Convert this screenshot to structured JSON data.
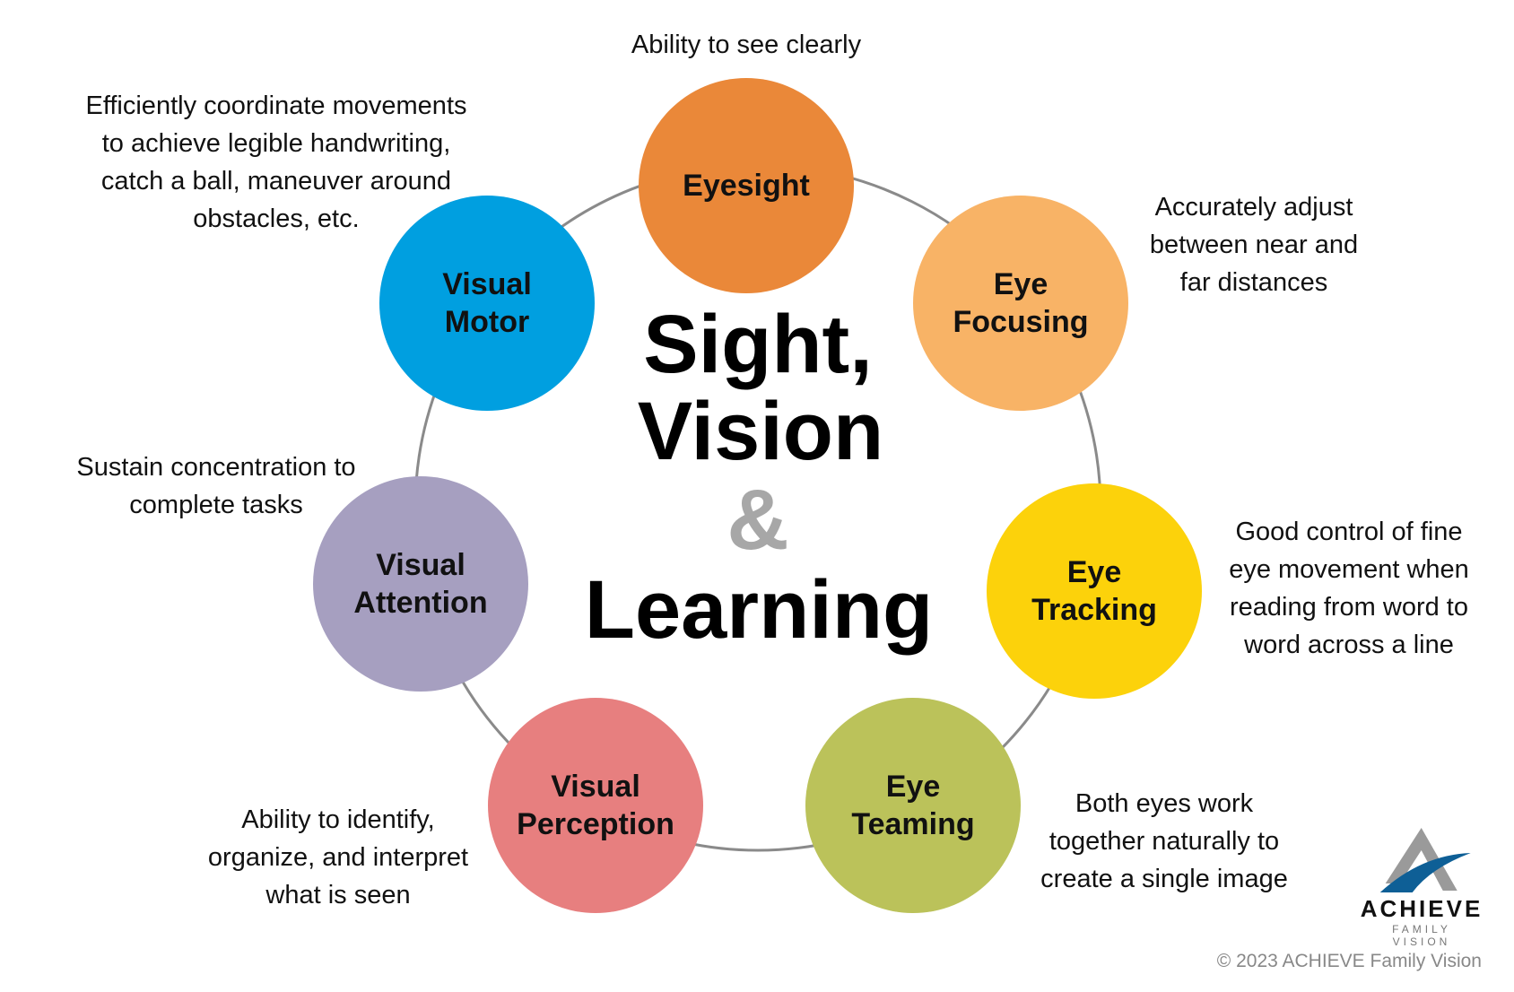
{
  "title": {
    "line1": "Sight,",
    "line2": "Vision",
    "amp": "&",
    "line3": "Learning"
  },
  "skills": [
    {
      "label": [
        "Eyesight"
      ],
      "desc": [
        "Ability to see clearly"
      ],
      "color": "#EA8839"
    },
    {
      "label": [
        "Eye",
        "Focusing"
      ],
      "desc": [
        "Accurately adjust",
        "between near and",
        "far distances"
      ],
      "color": "#F8B366"
    },
    {
      "label": [
        "Eye",
        "Tracking"
      ],
      "desc": [
        "Good control of fine",
        "eye movement when",
        "reading from word to",
        "word across a line"
      ],
      "color": "#FCD20B"
    },
    {
      "label": [
        "Eye",
        "Teaming"
      ],
      "desc": [
        "Both eyes work",
        "together naturally to",
        "create a single image"
      ],
      "color": "#BBC25A"
    },
    {
      "label": [
        "Visual",
        "Perception"
      ],
      "desc": [
        "Ability to identify,",
        "organize, and interpret",
        "what is seen"
      ],
      "color": "#E77F7F"
    },
    {
      "label": [
        "Visual",
        "Attention"
      ],
      "desc": [
        "Sustain concentration to",
        "complete tasks"
      ],
      "color": "#A69FC0"
    },
    {
      "label": [
        "Visual",
        "Motor"
      ],
      "desc": [
        "Efficiently coordinate movements",
        "to achieve legible handwriting,",
        "catch a ball, maneuver around",
        "obstacles, etc."
      ],
      "color": "#009FE0"
    }
  ],
  "logo": {
    "brand": "ACHIEVE",
    "sub": "FAMILY VISION"
  },
  "copyright": "© 2023 ACHIEVE Family Vision"
}
